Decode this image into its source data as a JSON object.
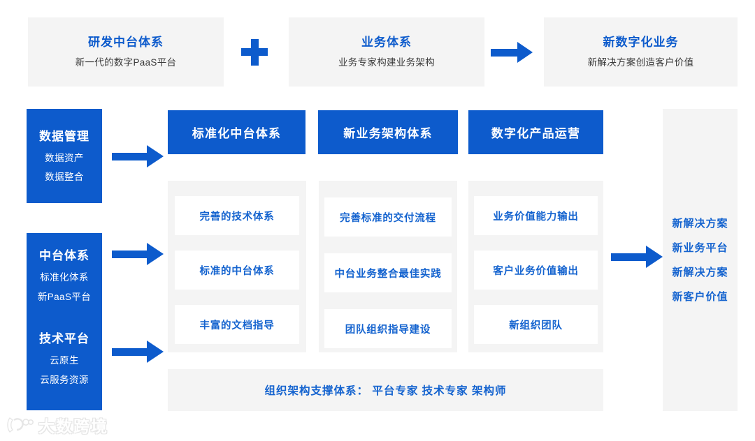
{
  "colors": {
    "brand_blue": "#0d5bcc",
    "text_blue": "#1463cf",
    "panel_gray": "#f4f4f4",
    "card_white": "#ffffff",
    "sub_text": "#3a3a3a"
  },
  "top_row": {
    "cards": [
      {
        "title": "研发中台体系",
        "subtitle": "新一代的数字PaaS平台"
      },
      {
        "title": "业务体系",
        "subtitle": "业务专家构建业务架构"
      },
      {
        "title": "新数字化业务",
        "subtitle": "新解决方案创造客户价值"
      }
    ],
    "plus_symbol": "plus-icon",
    "arrow_symbol": "arrow-right-icon"
  },
  "left_column": {
    "boxes": [
      {
        "title": "数据管理",
        "items": [
          "数据资产",
          "数据整合"
        ]
      },
      {
        "title": "中台体系",
        "items": [
          "标准化体系",
          "新PaaS平台"
        ]
      },
      {
        "title": "技术平台",
        "items": [
          "云原生",
          "云服务资源"
        ]
      }
    ]
  },
  "middle": {
    "columns": [
      {
        "header": "标准化中台体系",
        "cards": [
          "完善的技术体系",
          "标准的中台体系",
          "丰富的文档指导"
        ]
      },
      {
        "header": "新业务架构体系",
        "cards": [
          "完善标准的交付流程",
          "中台业务整合最佳实践",
          "团队组织指导建设"
        ]
      },
      {
        "header": "数字化产品运营",
        "cards": [
          "业务价值能力输出",
          "客户业务价值输出",
          "新组织团队"
        ]
      }
    ],
    "bottom_bar": "组织架构支撑体系： 平台专家 技术专家 架构师"
  },
  "right_column": {
    "lines": [
      "新解决方案",
      "新业务平台",
      "新解决方案",
      "新客户价值"
    ]
  },
  "watermark": {
    "text": "大数跨境",
    "logo": "wm-logo-icon"
  }
}
